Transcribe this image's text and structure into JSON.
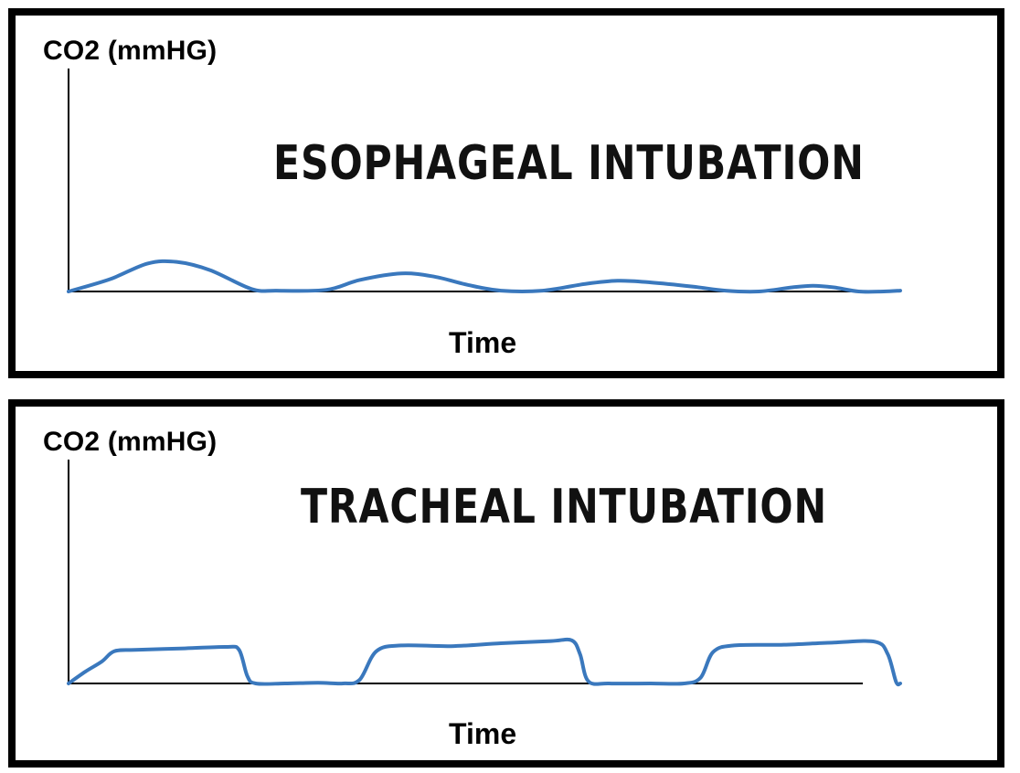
{
  "chart_data": [
    {
      "type": "line",
      "title": "ESOPHAGEAL INTUBATION",
      "ylabel": "CO2 (mmHG)",
      "xlabel": "Time",
      "ylim": [
        0,
        10
      ],
      "xlim": [
        0,
        100
      ],
      "grid": false,
      "series": [
        {
          "color": "#3a78bd",
          "points": [
            [
              0,
              0
            ],
            [
              5,
              1.5
            ],
            [
              9.5,
              3.4
            ],
            [
              13,
              3.6
            ],
            [
              17,
              2.6
            ],
            [
              22,
              0.3
            ],
            [
              25,
              0.1
            ],
            [
              31,
              0.2
            ],
            [
              35,
              1.4
            ],
            [
              40,
              2.2
            ],
            [
              44,
              1.8
            ],
            [
              48,
              0.8
            ],
            [
              52,
              0.1
            ],
            [
              57,
              0.1
            ],
            [
              62,
              0.9
            ],
            [
              66,
              1.3
            ],
            [
              70,
              1.1
            ],
            [
              75,
              0.6
            ],
            [
              79,
              0.1
            ],
            [
              83,
              0.0
            ],
            [
              87,
              0.5
            ],
            [
              89.5,
              0.7
            ],
            [
              92,
              0.5
            ],
            [
              95,
              0.0
            ],
            [
              98,
              0.0
            ],
            [
              100,
              0.1
            ]
          ]
        }
      ]
    },
    {
      "type": "line",
      "title": "TRACHEAL INTUBATION",
      "ylabel": "CO2 (mmHG)",
      "xlabel": "Time",
      "ylim": [
        0,
        10
      ],
      "xlim": [
        0,
        100
      ],
      "grid": false,
      "series": [
        {
          "color": "#3a78bd",
          "points": [
            [
              0,
              0
            ],
            [
              2,
              1.6
            ],
            [
              4,
              3.0
            ],
            [
              5.5,
              4.4
            ],
            [
              8,
              4.6
            ],
            [
              14,
              4.8
            ],
            [
              19,
              5.0
            ],
            [
              20.5,
              4.6
            ],
            [
              21.5,
              1.0
            ],
            [
              22.5,
              0.0
            ],
            [
              26,
              0.0
            ],
            [
              30,
              0.1
            ],
            [
              33,
              0.0
            ],
            [
              35,
              0.5
            ],
            [
              37,
              4.4
            ],
            [
              40,
              5.2
            ],
            [
              46,
              5.1
            ],
            [
              52,
              5.5
            ],
            [
              58,
              5.8
            ],
            [
              60.5,
              5.9
            ],
            [
              61.5,
              4.0
            ],
            [
              62.5,
              0.3
            ],
            [
              65,
              0.0
            ],
            [
              70,
              0.0
            ],
            [
              74,
              0.0
            ],
            [
              76,
              0.8
            ],
            [
              77.5,
              4.3
            ],
            [
              80,
              5.2
            ],
            [
              86,
              5.3
            ],
            [
              92,
              5.6
            ],
            [
              97,
              5.7
            ],
            [
              98.5,
              4.0
            ],
            [
              99.5,
              0.2
            ],
            [
              100,
              0.0
            ]
          ]
        }
      ]
    }
  ]
}
